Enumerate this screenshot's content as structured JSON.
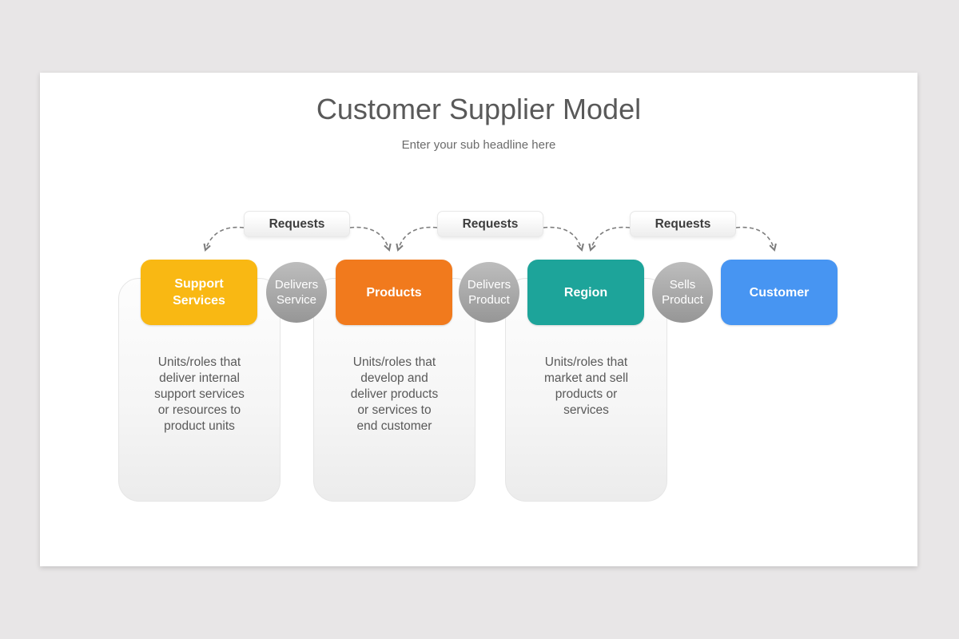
{
  "palette": {
    "canvas_bg": "#e8e6e7",
    "slide_bg": "#ffffff",
    "title_text": "#595959",
    "body_text": "#595959",
    "pill_text": "#3d3d3d",
    "arrow": "#7d7d7d",
    "circle_gray": "#a8a8a8",
    "yellow": "#f9b813",
    "orange": "#f17a1d",
    "teal": "#1da49a",
    "blue": "#4795f2"
  },
  "slide": {
    "title": "Customer Supplier Model",
    "subtitle": "Enter your sub headline here"
  },
  "flow": {
    "requests": [
      {
        "label": "Requests"
      },
      {
        "label": "Requests"
      },
      {
        "label": "Requests"
      }
    ],
    "boxes": [
      {
        "label": "Support\nServices",
        "color": "#f9b813",
        "description": "Units/roles that\ndeliver internal\nsupport services\nor resources to\nproduct units"
      },
      {
        "label": "Products",
        "color": "#f17a1d",
        "description": "Units/roles that\ndevelop and\ndeliver products\nor services to\nend customer"
      },
      {
        "label": "Region",
        "color": "#1da49a",
        "description": "Units/roles that\nmarket and sell\nproducts or\nservices"
      },
      {
        "label": "Customer",
        "color": "#4795f2"
      }
    ],
    "connectors": [
      {
        "label": "Delivers\nService"
      },
      {
        "label": "Delivers\nProduct"
      },
      {
        "label": "Sells\nProduct"
      }
    ]
  }
}
